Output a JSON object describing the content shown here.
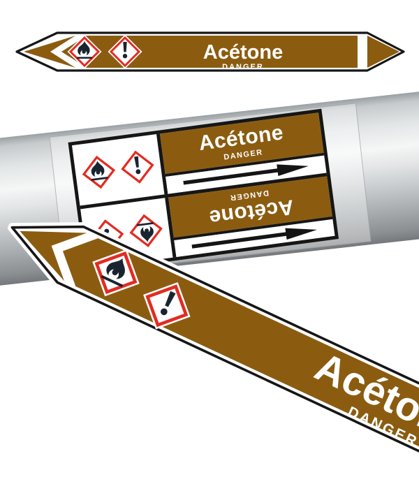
{
  "product": {
    "name": "Acétone",
    "signal_word": "DANGER"
  },
  "colors": {
    "label_brown": "#8b5c10",
    "pictogram_border_red": "#e32b22",
    "ghs_symbol_dark": "#19242f",
    "outline_black": "#161616",
    "pipe_silver_light": "#f5f6f6",
    "pipe_silver_dark": "#84888b"
  },
  "icons": {
    "flame": "flame-pictogram",
    "exclamation": "exclamation-mark-pictogram",
    "arrow": "flow-direction-arrow"
  },
  "labels": {
    "top_banner": {
      "pictograms": [
        "flame",
        "exclamation-mark"
      ],
      "arrow_direction": "right"
    },
    "pipe_wrap": {
      "rows": [
        {
          "pictograms": [
            "flame",
            "exclamation-mark"
          ],
          "arrow_direction": "right",
          "orientation": "upright"
        },
        {
          "pictograms": [
            "exclamation-mark",
            "flame"
          ],
          "arrow_direction": "right",
          "orientation": "inverted"
        }
      ]
    },
    "diagonal": {
      "pictograms": [
        "flame",
        "exclamation-mark"
      ],
      "arrow_direction": "right"
    }
  }
}
